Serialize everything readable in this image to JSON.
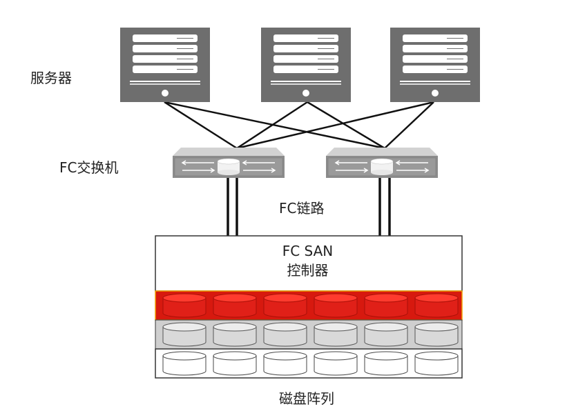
{
  "labels": {
    "servers": "服务器",
    "fc_switch": "FC交换机",
    "fc_link": "FC链路",
    "controller_line1": "FC SAN",
    "controller_line2": "控制器",
    "disk_array": "磁盘阵列"
  },
  "colors": {
    "server": "#6e6e6e",
    "switch": "#8c8c8c",
    "disk_red": "#d7190f",
    "disk_gray": "#cfcfcf",
    "disk_white": "#ffffff",
    "line": "#111111"
  },
  "counts": {
    "servers": 3,
    "switches": 2,
    "disks_per_row": 6,
    "disk_rows": 3
  }
}
